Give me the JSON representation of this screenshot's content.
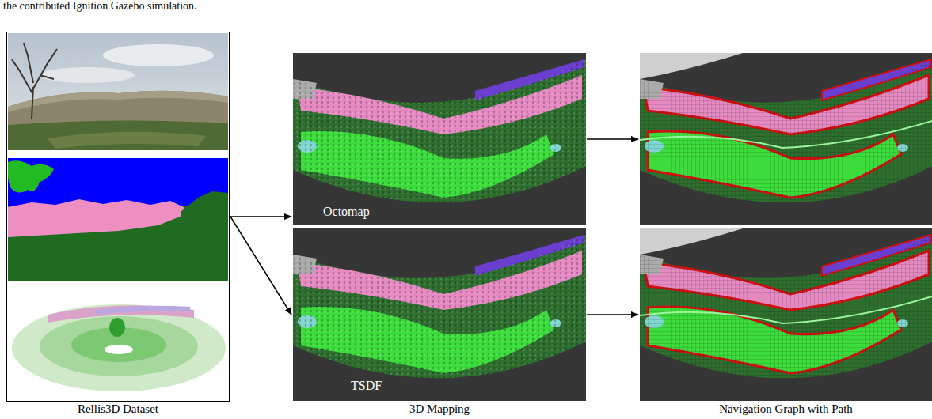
{
  "diagram": {
    "nodes": [
      {
        "text": [
          "Rellis3D Dataset"
        ]
      },
      {
        "text": [
          "3D Mapping"
        ]
      },
      {
        "text": [
          "Octomap"
        ],
        "in": 1
      },
      {
        "text": [
          "TSDF"
        ],
        "in": 1
      },
      {
        "text": [
          "Navigation Graph with Path"
        ]
      }
    ],
    "edges": [
      {
        "from": 0,
        "to": 2,
        "arrow": "to"
      },
      {
        "from": 0,
        "to": 3,
        "arrow": "to"
      },
      {
        "from": 2,
        "to": 4,
        "arrow": "to"
      },
      {
        "from": 3,
        "to": 4,
        "arrow": "to"
      }
    ],
    "labels": [
      "the contributed Ignition Gazebo simulation."
    ]
  }
}
